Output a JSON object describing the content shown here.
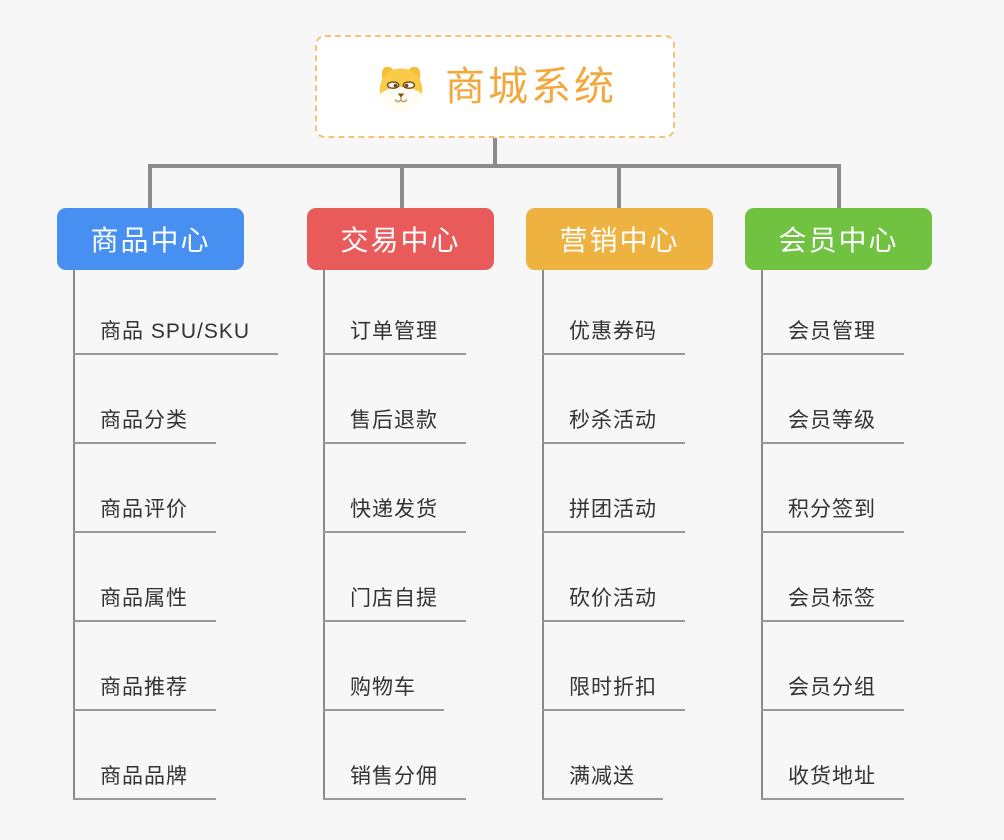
{
  "root": {
    "title": "商城系统",
    "icon": "dog-icon"
  },
  "branches": [
    {
      "label": "商品中心",
      "color": "#478ff0",
      "items": [
        "商品 SPU/SKU",
        "商品分类",
        "商品评价",
        "商品属性",
        "商品推荐",
        "商品品牌"
      ]
    },
    {
      "label": "交易中心",
      "color": "#e95b5b",
      "items": [
        "订单管理",
        "售后退款",
        "快递发货",
        "门店自提",
        "购物车",
        "销售分佣"
      ]
    },
    {
      "label": "营销中心",
      "color": "#edb23f",
      "items": [
        "优惠券码",
        "秒杀活动",
        "拼团活动",
        "砍价活动",
        "限时折扣",
        "满减送"
      ]
    },
    {
      "label": "会员中心",
      "color": "#71c241",
      "items": [
        "会员管理",
        "会员等级",
        "积分签到",
        "会员标签",
        "会员分组",
        "收货地址"
      ]
    }
  ],
  "colors": {
    "background": "#f7f7f7",
    "connector_line": "#8c8c8c",
    "item_underline": "#999999",
    "item_text": "#333333",
    "root_border": "#f3c377",
    "root_title": "#f2a83c"
  }
}
